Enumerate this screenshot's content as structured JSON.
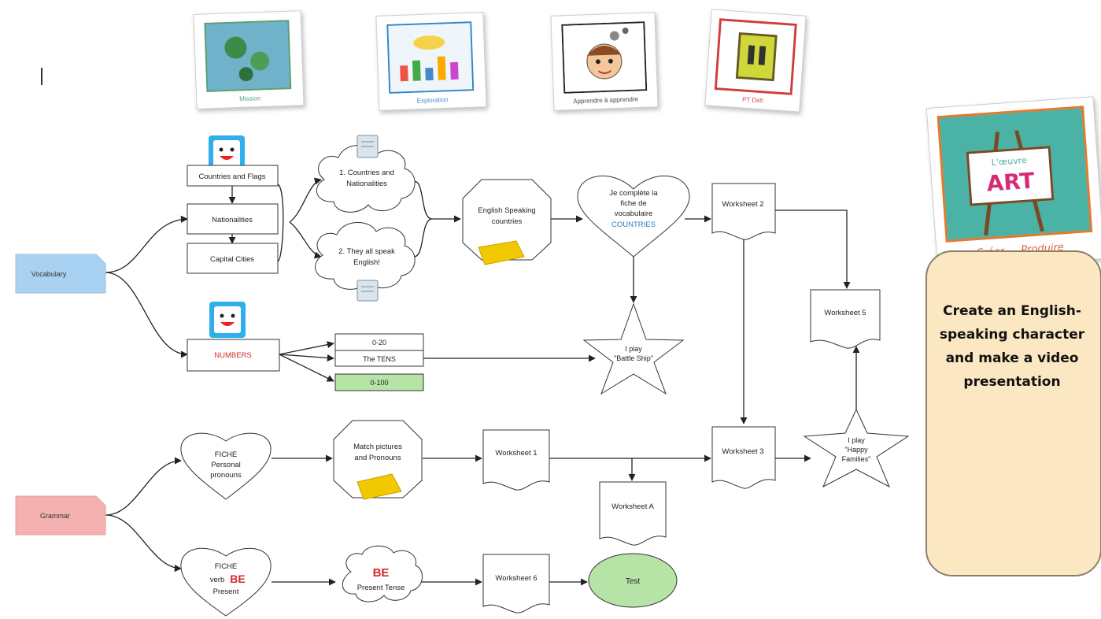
{
  "top_cards": [
    {
      "caption": "Mission",
      "color": "#3aa06a",
      "icon_name": "world-map-icon"
    },
    {
      "caption": "Exploration",
      "color": "#2a88c8",
      "icon_name": "explorer-icon"
    },
    {
      "caption": "Apprendre à apprendre",
      "color": "#222222",
      "icon_name": "boy-learning-icon"
    },
    {
      "caption": "PT Défi",
      "color": "#d23a3a",
      "icon_name": "challenge-icon"
    }
  ],
  "art_card": {
    "title_small": "L'œuvre",
    "title_big": "ART",
    "caption": "Créer — Produire"
  },
  "side_panel": {
    "lines": [
      "Create an English-",
      "speaking character",
      "and make a video",
      "presentation"
    ]
  },
  "nodes": {
    "vocabulary": "Vocabulary",
    "grammar": "Grammar",
    "countries_flags": "Countries and Flags",
    "nationalities": "Nationalities",
    "capital_cities": "Capital Cities",
    "numbers": "NUMBERS",
    "num_0_20": "0-20",
    "num_tens": "The TENS",
    "num_0_100": "0-100",
    "cloud1": [
      "1. Countries and",
      "Nationalities"
    ],
    "cloud2": [
      "2. They all speak",
      "English!"
    ],
    "english_speaking": [
      "English Speaking",
      "countries"
    ],
    "heart_vocab": [
      "Je complète la",
      "fiche de",
      "vocabulaire"
    ],
    "heart_vocab_accent": "COUNTRIES",
    "worksheet2": "Worksheet 2",
    "worksheet5": "Worksheet 5",
    "star_battle": [
      "I play",
      "\"Battle Ship\""
    ],
    "heart_pronouns": [
      "FICHE",
      "Personal",
      "pronouns"
    ],
    "match_pictures": [
      "Match pictures",
      "and Pronouns"
    ],
    "worksheet1": "Worksheet 1",
    "worksheet3": "Worksheet 3",
    "worksheetA": "Worksheet A",
    "star_families": [
      "I play",
      "\"Happy",
      "Families\""
    ],
    "heart_be": [
      "FICHE",
      "verb",
      "BE",
      "Present"
    ],
    "cloud_be": [
      "BE",
      "Present Tense"
    ],
    "worksheet6": "Worksheet 6",
    "test": "Test"
  },
  "colors": {
    "vocab_fill": "#a9d2f2",
    "grammar_fill": "#f5b1b0",
    "green_fill": "#b6e3a6",
    "test_fill": "#b6e3a6",
    "panel_fill": "#fbe8c2",
    "accent_red": "#d42a2a",
    "accent_blue": "#2a7fc8"
  }
}
